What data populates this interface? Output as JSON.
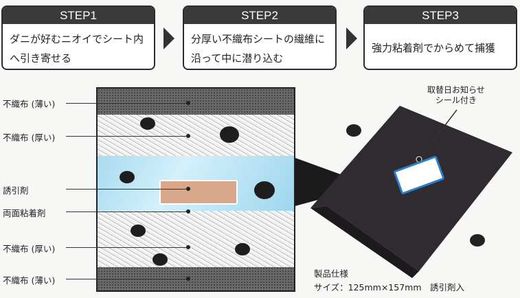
{
  "steps": [
    {
      "title": "STEP1",
      "text": "ダニが好むニオイでシート内へ引き寄せる"
    },
    {
      "title": "STEP2",
      "text": "分厚い不織布シートの繊維に沿って中に潜り込む"
    },
    {
      "title": "STEP3",
      "text": "強力粘着剤でからめて捕獲"
    }
  ],
  "layers": [
    "不織布 (薄い)",
    "不織布 (厚い)",
    "誘引剤",
    "両面粘着剤",
    "不織布 (厚い)",
    "不織布 (薄い)"
  ],
  "sticker_note": "取替日お知らせ\nシール付き",
  "spec": {
    "title": "製品仕様",
    "detail": "サイズ：125mm×157mm　誘引剤入"
  },
  "colors": {
    "header": "#3a3a3a",
    "adhesive": "#a8dbef",
    "lure": "#d9a88a",
    "bag": "#2f2b30"
  }
}
